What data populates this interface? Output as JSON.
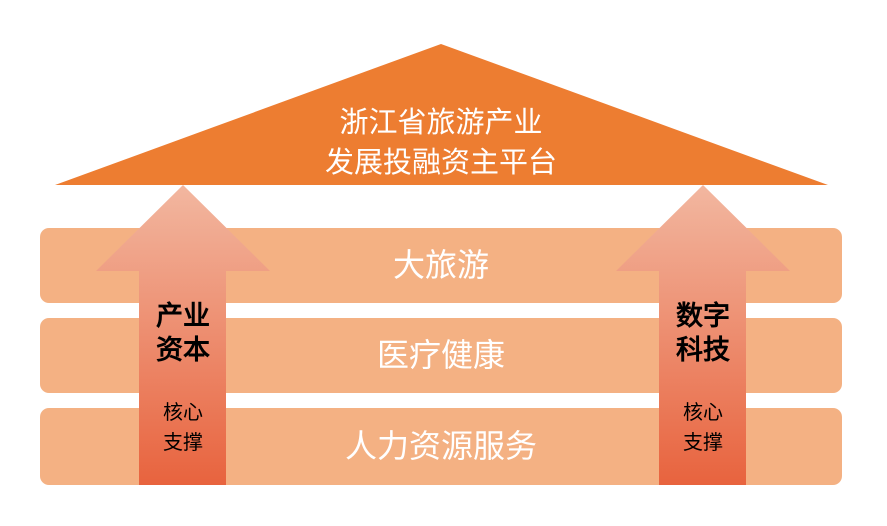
{
  "roof": {
    "line1": "浙江省旅游产业",
    "line2": "发展投融资主平台"
  },
  "layers": [
    "大旅游",
    "医疗健康",
    "人力资源服务"
  ],
  "left_arrow": {
    "main1": "产业",
    "main2": "资本",
    "sub1": "核心",
    "sub2": "支撑"
  },
  "right_arrow": {
    "main1": "数字",
    "main2": "科技",
    "sub1": "核心",
    "sub2": "支撑"
  },
  "colors": {
    "roof": "#ED7D31",
    "layer": "#F4B183",
    "arrow_top": "#F2B39C",
    "arrow_bottom": "#E8633E"
  }
}
